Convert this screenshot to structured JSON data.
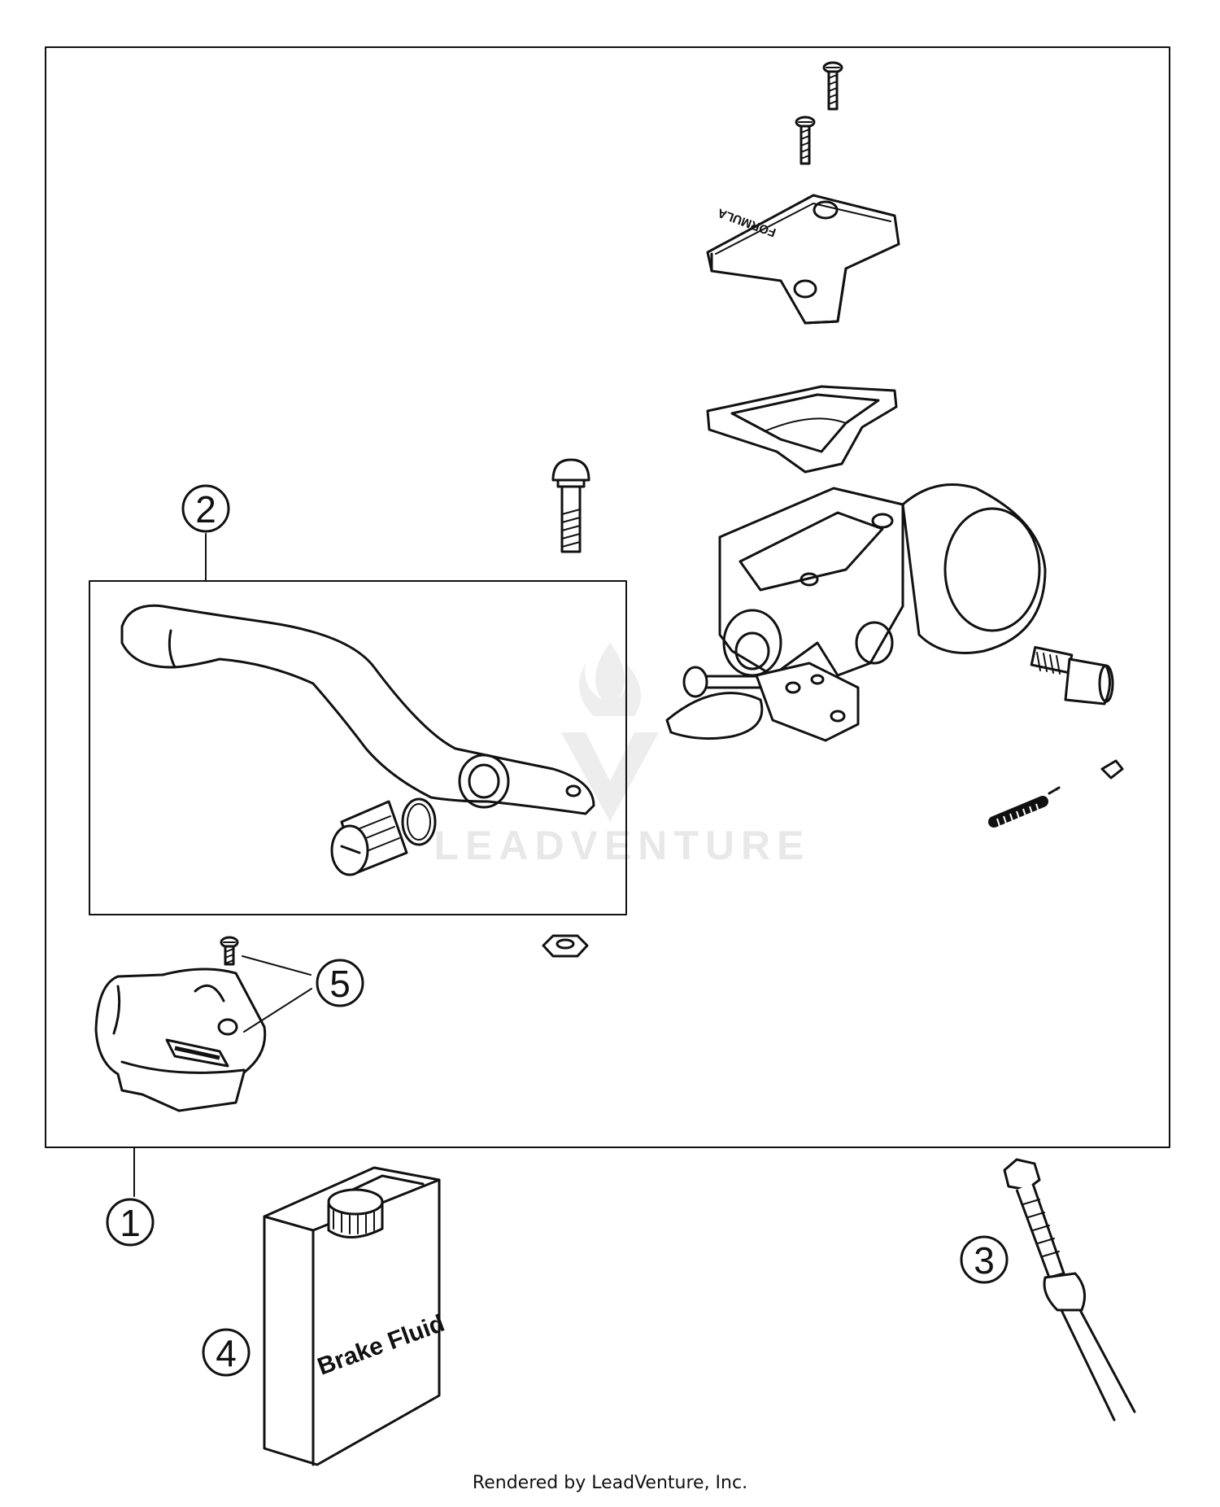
{
  "callouts": [
    "1",
    "2",
    "3",
    "4",
    "5"
  ],
  "brake_fluid_label": "Brake Fluid",
  "reservoir_logo_text": "FORMULA",
  "watermark_text": "LEADVENTURE",
  "footer_text": "Rendered by LeadVenture, Inc."
}
